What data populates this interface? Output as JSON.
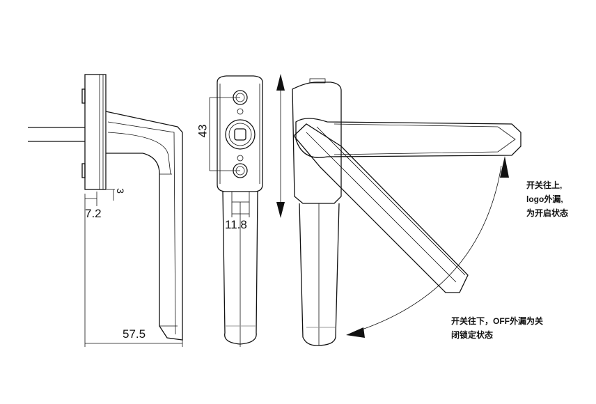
{
  "dimensions": {
    "width_total": "57.5",
    "plate_offset": "7.2",
    "plate_step": "3",
    "hole_spacing": "43",
    "neck_width": "11.8"
  },
  "notes": {
    "open_state": [
      "开关往上,",
      "logo外漏,",
      "为开启状态"
    ],
    "closed_state": [
      "开关往下，OFF外漏为关",
      "闭锁定状态"
    ]
  }
}
